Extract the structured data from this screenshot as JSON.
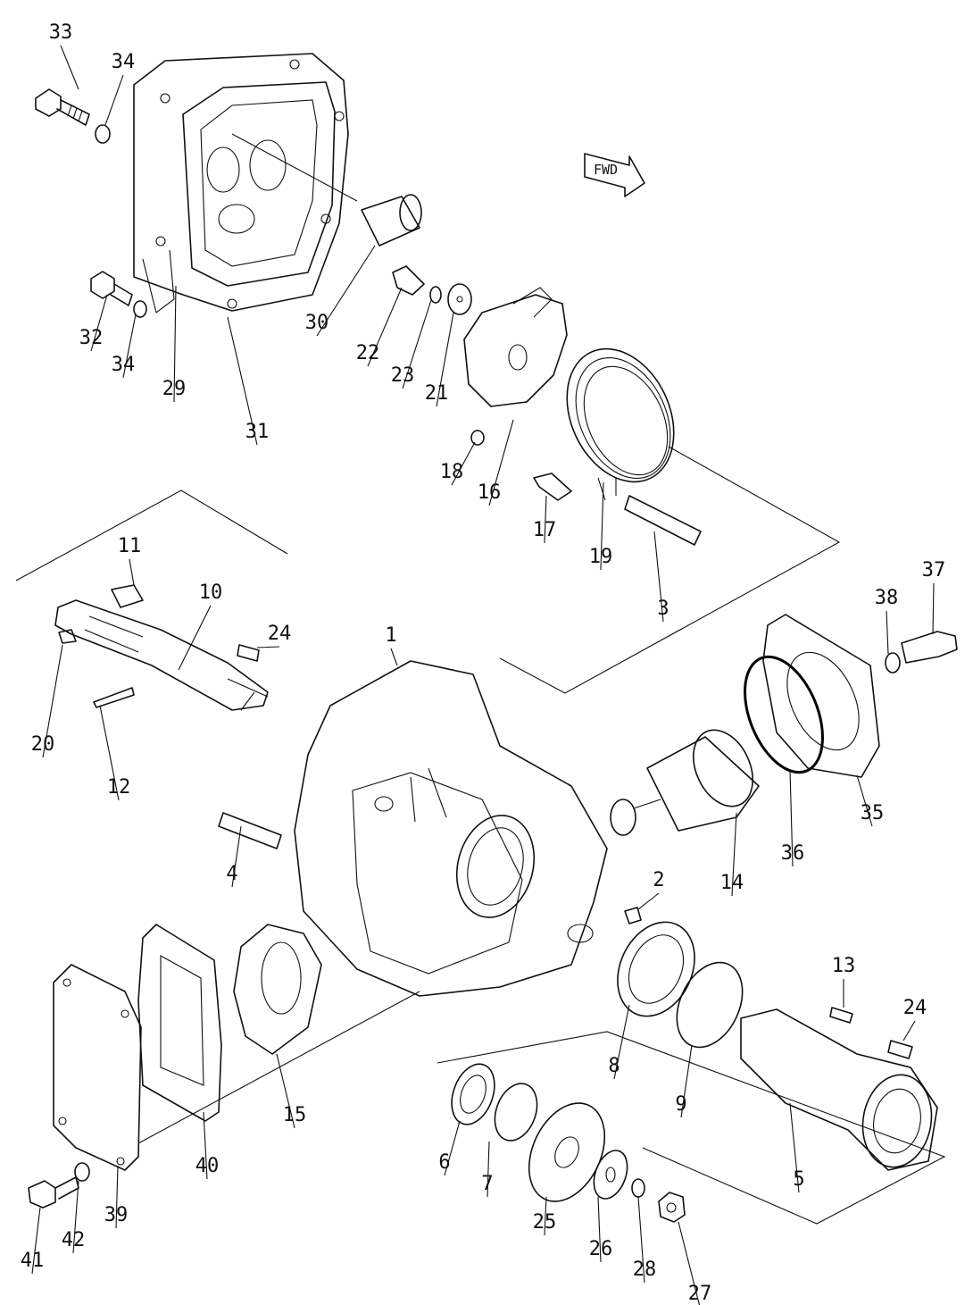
{
  "diagram": {
    "direction_marker": "FWD",
    "callouts": [
      {
        "id": "c33",
        "text": "33"
      },
      {
        "id": "c34a",
        "text": "34"
      },
      {
        "id": "c32",
        "text": "32"
      },
      {
        "id": "c34b",
        "text": "34"
      },
      {
        "id": "c29",
        "text": "29"
      },
      {
        "id": "c31",
        "text": "31"
      },
      {
        "id": "c30",
        "text": "30"
      },
      {
        "id": "c22",
        "text": "22"
      },
      {
        "id": "c23",
        "text": "23"
      },
      {
        "id": "c21",
        "text": "21"
      },
      {
        "id": "c18",
        "text": "18"
      },
      {
        "id": "c16",
        "text": "16"
      },
      {
        "id": "c17",
        "text": "17"
      },
      {
        "id": "c19",
        "text": "19"
      },
      {
        "id": "c3",
        "text": "3"
      },
      {
        "id": "c11",
        "text": "11"
      },
      {
        "id": "c10",
        "text": "10"
      },
      {
        "id": "c24a",
        "text": "24"
      },
      {
        "id": "c20",
        "text": "20"
      },
      {
        "id": "c12",
        "text": "12"
      },
      {
        "id": "c1",
        "text": "1"
      },
      {
        "id": "c4",
        "text": "4"
      },
      {
        "id": "c38",
        "text": "38"
      },
      {
        "id": "c37",
        "text": "37"
      },
      {
        "id": "c35",
        "text": "35"
      },
      {
        "id": "c36",
        "text": "36"
      },
      {
        "id": "c14",
        "text": "14"
      },
      {
        "id": "c2",
        "text": "2"
      },
      {
        "id": "c8",
        "text": "8"
      },
      {
        "id": "c9",
        "text": "9"
      },
      {
        "id": "c13",
        "text": "13"
      },
      {
        "id": "c24b",
        "text": "24"
      },
      {
        "id": "c5",
        "text": "5"
      },
      {
        "id": "c15",
        "text": "15"
      },
      {
        "id": "c40",
        "text": "40"
      },
      {
        "id": "c39",
        "text": "39"
      },
      {
        "id": "c41",
        "text": "41"
      },
      {
        "id": "c42",
        "text": "42"
      },
      {
        "id": "c6",
        "text": "6"
      },
      {
        "id": "c7",
        "text": "7"
      },
      {
        "id": "c25a",
        "text": "25"
      },
      {
        "id": "c26",
        "text": "26"
      },
      {
        "id": "c28",
        "text": "28"
      },
      {
        "id": "c27",
        "text": "27"
      }
    ]
  }
}
